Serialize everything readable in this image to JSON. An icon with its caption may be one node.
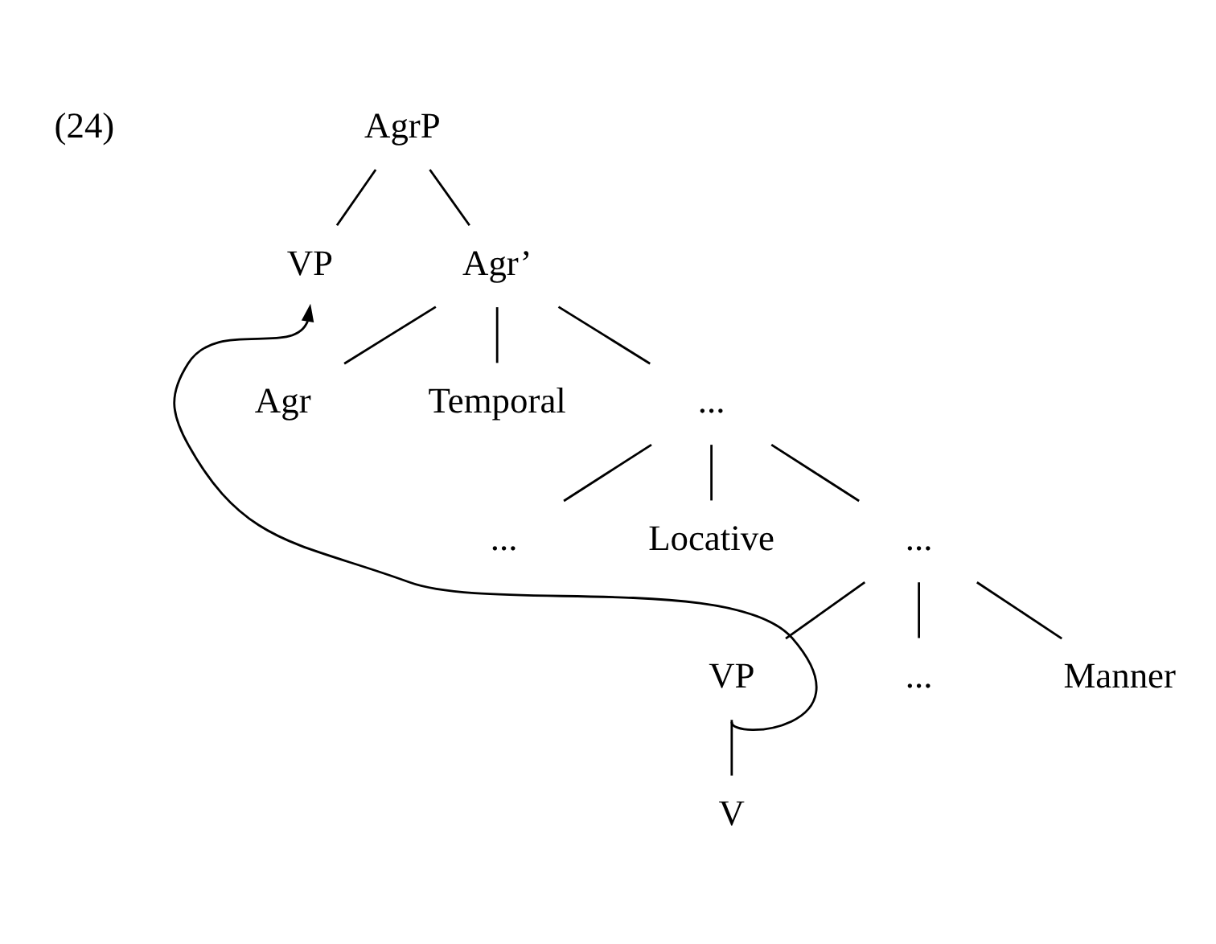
{
  "diagram": {
    "nodes": [
      {
        "text": [
          "AgrP"
        ]
      },
      {
        "text": [
          "VP"
        ]
      },
      {
        "text": [
          "Agr’"
        ]
      },
      {
        "text": [
          "Agr"
        ]
      },
      {
        "text": [
          "Temporal"
        ]
      },
      {
        "text": [
          "..."
        ]
      },
      {
        "text": [
          "..."
        ]
      },
      {
        "text": [
          "Locative"
        ]
      },
      {
        "text": [
          "..."
        ]
      },
      {
        "text": [
          "..."
        ]
      },
      {
        "text": [
          "Manner"
        ]
      },
      {
        "text": [
          "VP"
        ]
      },
      {
        "text": [
          "V"
        ]
      }
    ],
    "edges": [
      {
        "from": 0,
        "to": 1,
        "arrow": "none"
      },
      {
        "from": 0,
        "to": 2,
        "arrow": "none"
      },
      {
        "from": 2,
        "to": 3,
        "arrow": "none"
      },
      {
        "from": 2,
        "to": 4,
        "arrow": "none"
      },
      {
        "from": 2,
        "to": 5,
        "arrow": "none"
      },
      {
        "from": 5,
        "to": 6,
        "arrow": "none"
      },
      {
        "from": 5,
        "to": 7,
        "arrow": "none"
      },
      {
        "from": 5,
        "to": 8,
        "arrow": "none"
      },
      {
        "from": 8,
        "to": 9,
        "arrow": "none"
      },
      {
        "from": 8,
        "to": 10,
        "arrow": "none"
      },
      {
        "from": 8,
        "to": 11,
        "arrow": "none"
      },
      {
        "from": 11,
        "to": 12,
        "arrow": "none"
      },
      {
        "from": 11,
        "to": 1,
        "arrow": "to"
      }
    ],
    "labels": [
      "(24)"
    ]
  }
}
